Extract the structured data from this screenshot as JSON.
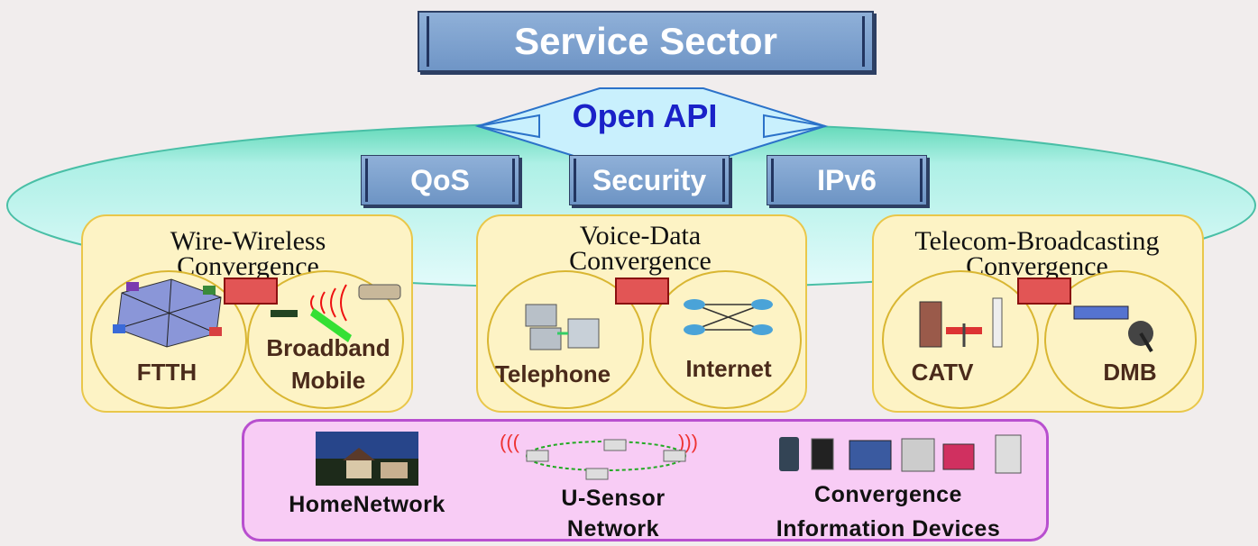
{
  "title": "Service Sector",
  "api": "Open API",
  "middleware": [
    "QoS",
    "Security",
    "IPv6"
  ],
  "convergence": [
    {
      "title": "Wire-Wireless\nConvergence",
      "left": "FTTH",
      "right": "Broadband\nMobile"
    },
    {
      "title": "Voice-Data\nConvergence",
      "left": "Telephone",
      "right": "Internet"
    },
    {
      "title": "Telecom-Broadcasting\nConvergence",
      "left": "CATV",
      "right": "DMB"
    }
  ],
  "bottom": {
    "home_network": "HomeNetwork",
    "u_sensor": "U-Sensor\nNetwork",
    "devices": "Convergence\nInformation Devices"
  },
  "colors": {
    "header": "#7da2cf",
    "api_arrow": "#c6eefc",
    "api_text": "#1a21c8",
    "panel": "#fdf3c5",
    "bottom_panel": "#f8ccf5",
    "connector": "#e25555"
  }
}
